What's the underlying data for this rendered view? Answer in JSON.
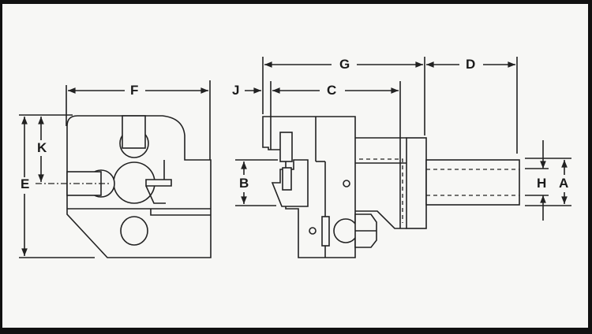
{
  "dimensions": {
    "F": "F",
    "E": "E",
    "K": "K",
    "G": "G",
    "D": "D",
    "J": "J",
    "C": "C",
    "B": "B",
    "H": "H",
    "A": "A"
  }
}
